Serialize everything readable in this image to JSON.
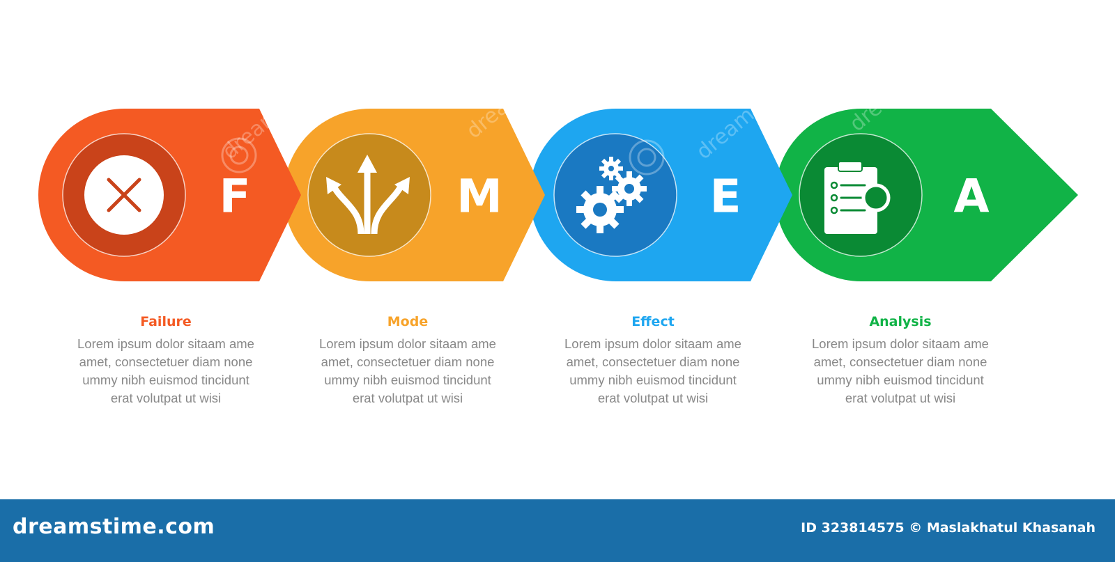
{
  "steps": [
    {
      "letter": "F",
      "title": "Failure",
      "description": "Lorem ipsum dolor sitaam ame\namet, consectetuer diam none\nummy  nibh euismod tincidunt\nerat volutpat ut wisi",
      "icon": "x-circle-icon",
      "color": "#f45a23",
      "circle_color": "#c9431a"
    },
    {
      "letter": "M",
      "title": "Mode",
      "description": "Lorem ipsum dolor sitaam ame\namet, consectetuer diam none\nummy  nibh euismod tincidunt\nerat volutpat ut wisi",
      "icon": "diverging-arrows-icon",
      "color": "#f7a32a",
      "circle_color": "#c78a1c"
    },
    {
      "letter": "E",
      "title": "Effect",
      "description": "Lorem ipsum dolor sitaam ame\namet, consectetuer diam none\nummy  nibh euismod tincidunt\nerat volutpat ut wisi",
      "icon": "gears-icon",
      "color": "#1ea6f0",
      "circle_color": "#1a79c2"
    },
    {
      "letter": "A",
      "title": "Analysis",
      "description": "Lorem ipsum dolor sitaam ame\namet, consectetuer diam none\nummy  nibh euismod tincidunt\nerat volutpat ut wisi",
      "icon": "clipboard-magnifier-icon",
      "color": "#11b347",
      "circle_color": "#0a8a34"
    }
  ],
  "footer": {
    "brand": "dreamstime.com",
    "credit": "ID 323814575 © Maslakhatul Khasanah",
    "background": "#1a6ea8"
  },
  "watermark": {
    "text": "dreamstime"
  }
}
